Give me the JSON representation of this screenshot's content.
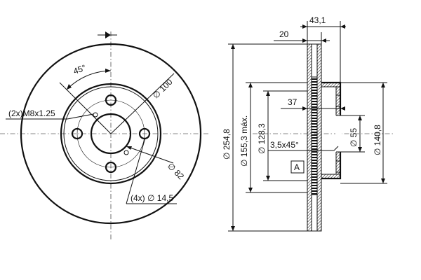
{
  "front_view": {
    "angle_label": "45°",
    "pcd_label": "∅ 100",
    "thread_label": "(2x)M8x1.25",
    "center_bore_label": "∅ 82",
    "bolt_holes_label": "(4x) ∅ 14,5"
  },
  "side_view": {
    "overall_thickness": "43,1",
    "disc_thickness": "20",
    "outer_diameter": "∅ 254,8",
    "max_diameter": "∅ 155,3 máx.",
    "hat_inner_diameter": "∅ 128,3",
    "hat_depth": "37",
    "chamfer": "3,5x45°",
    "bore_diameter": "∅ 55",
    "hat_outer_diameter": "∅ 140,8",
    "datum": "A"
  }
}
